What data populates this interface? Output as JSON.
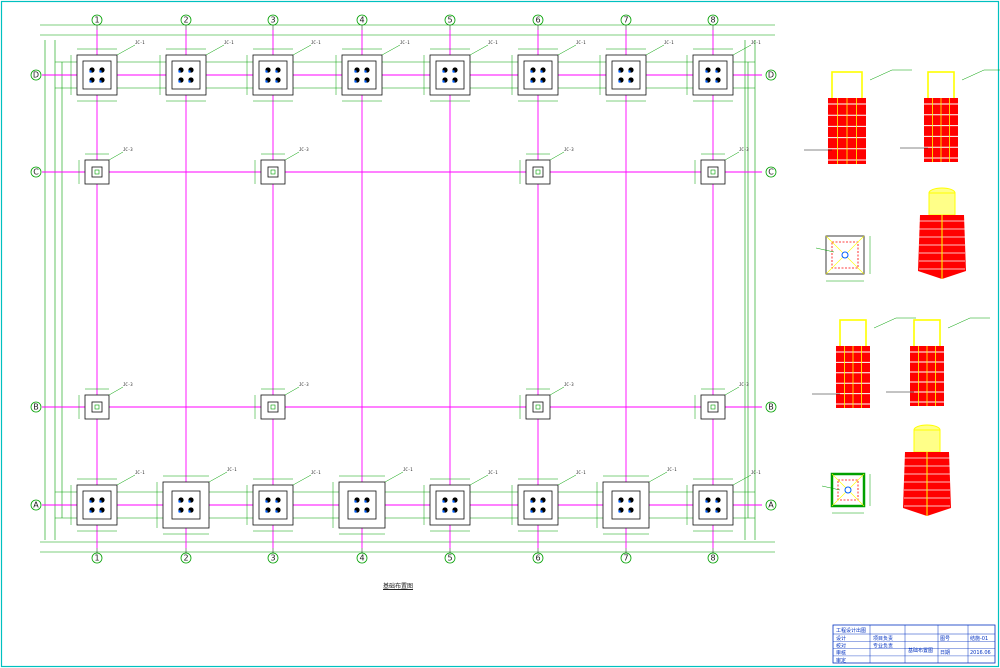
{
  "drawing": {
    "columns": [
      "1",
      "2",
      "3",
      "4",
      "5",
      "6",
      "7",
      "8"
    ],
    "rows": [
      "D",
      "C",
      "B",
      "A"
    ],
    "plan_title": "基础布置图",
    "foundation_tags": [
      "JC-1",
      "JC-2",
      "JC-3"
    ],
    "colors": {
      "frame": "#00c0c0",
      "dimension": "#00a000",
      "grid_line": "#ff00ff",
      "outline": "#101010",
      "bolt": "#0060ff",
      "rebar_red": "#ff0000",
      "rebar_yellow": "#ffff00",
      "titleblock": "#0030c0"
    }
  },
  "title_block": {
    "design_dept": "工程设计出图",
    "cells": [
      "设计",
      "校对",
      "审核",
      "审定",
      "项目负责",
      "专业负责",
      "图号",
      "日期"
    ],
    "sheet_name": "基础布置图",
    "drawing_no": "结施-01",
    "date": "2016.06"
  }
}
